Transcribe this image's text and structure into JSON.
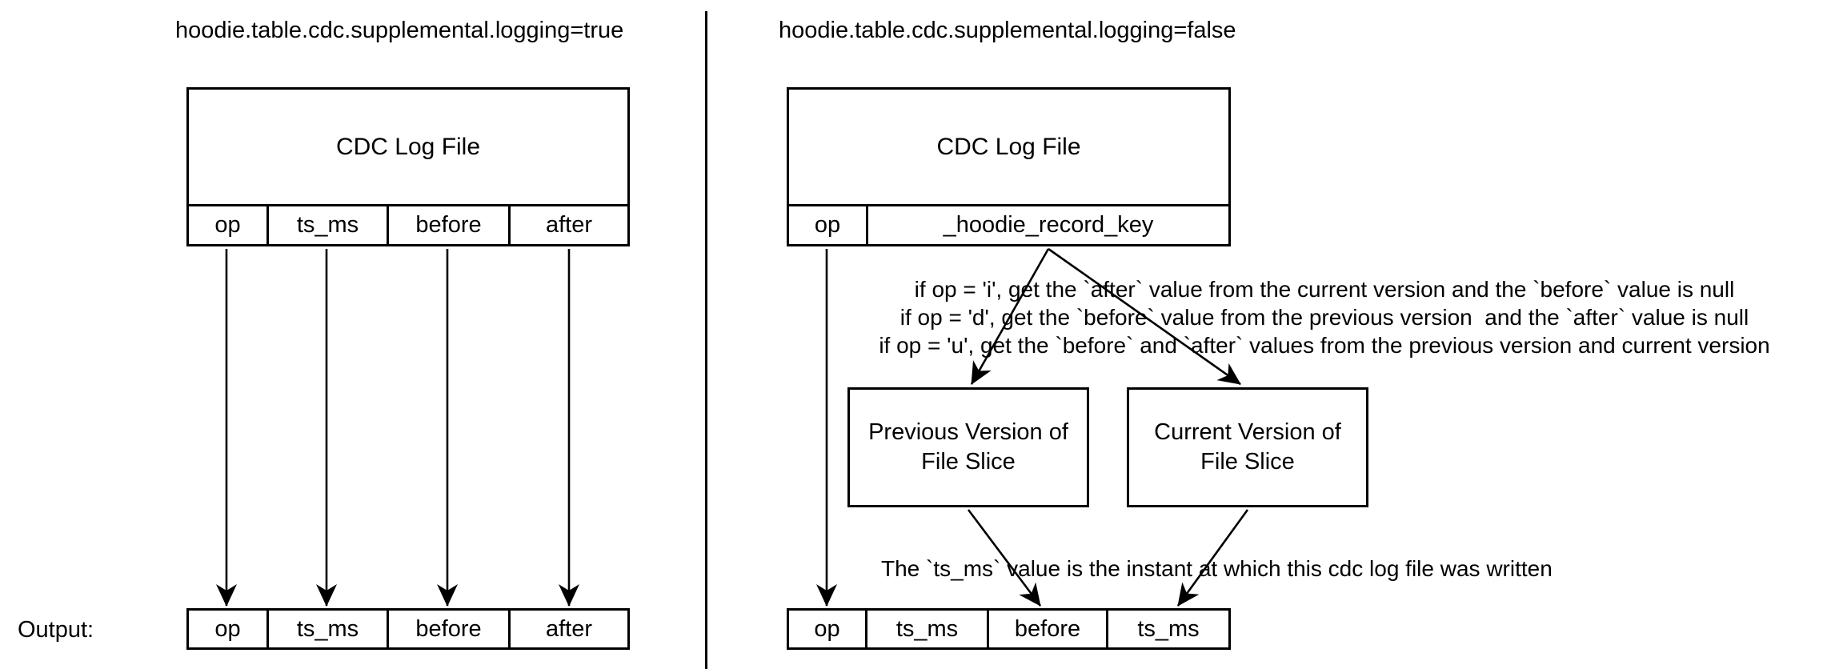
{
  "colors": {
    "ink": "#000000",
    "background": "#ffffff"
  },
  "left_panel": {
    "title": "hoodie.table.cdc.supplemental.logging=true",
    "cdc_box": {
      "title": "CDC Log File",
      "columns": [
        "op",
        "ts_ms",
        "before",
        "after"
      ]
    },
    "output_label": "Output:",
    "output_row": [
      "op",
      "ts_ms",
      "before",
      "after"
    ]
  },
  "right_panel": {
    "title": "hoodie.table.cdc.supplemental.logging=false",
    "cdc_box": {
      "title": "CDC Log File",
      "columns": [
        "op",
        "_hoodie_record_key"
      ]
    },
    "rules": [
      "if op = 'i', get the `after` value from the current version and the `before` value is null",
      "if op = 'd', get the `before` value from the previous version  and the `after` value is null",
      "if op = 'u', get the `before` and `after` values from the previous version and current version"
    ],
    "previous_box_label": "Previous Version of\nFile Slice",
    "current_box_label": "Current Version of\nFile Slice",
    "ts_note": "The `ts_ms` value is the instant at which this cdc log file was written",
    "output_row": [
      "op",
      "ts_ms",
      "before",
      "ts_ms"
    ]
  }
}
